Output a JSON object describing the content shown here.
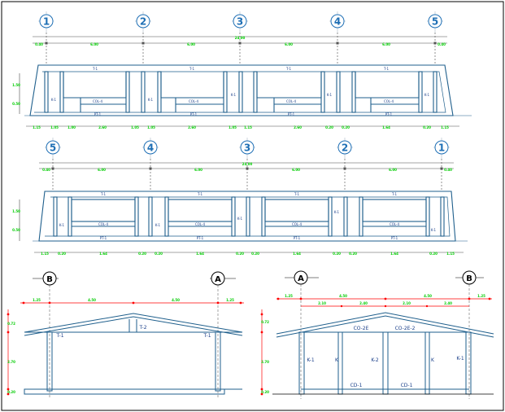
{
  "colors": {
    "structure": "#1f5f8c",
    "dimension": "#00cc00",
    "dimension_line": "#4a4a4a",
    "grid_bubble": "#1e6fb5",
    "red_dimension": "#ff0000",
    "frame": "#000000"
  },
  "top_elevation": {
    "axes": [
      "1",
      "2",
      "3",
      "4",
      "5"
    ],
    "overall": "24.00",
    "bays": [
      "6.00",
      "6.00",
      "6.00",
      "6.00"
    ],
    "ends": [
      "0.40",
      "0.40"
    ],
    "heights": [
      "1.50",
      "0.50"
    ],
    "bottom_dims": [
      "1.15",
      "1.05",
      "1.00",
      "2.60",
      "1.05",
      "1.05",
      "2.60",
      "1.05",
      "1.15",
      "2.60",
      "0.20",
      "0.20",
      "1.64",
      "0.20",
      "1.15"
    ],
    "labels": {
      "beam": "T-1",
      "lintel": "COL-4",
      "window": "K-1",
      "sill": "PT-1"
    }
  },
  "mid_elevation": {
    "axes": [
      "5",
      "4",
      "3",
      "2",
      "1"
    ],
    "overall": "24.00",
    "bays": [
      "6.00",
      "6.00",
      "6.00",
      "6.00"
    ],
    "ends": [
      "0.40",
      "0.40"
    ],
    "heights": [
      "1.50",
      "0.50"
    ],
    "bottom_dims": [
      "1.15",
      "0.20",
      "1.64",
      "0.20",
      "0.20",
      "1.64",
      "0.20",
      "0.20",
      "1.64",
      "0.20",
      "0.20",
      "1.64",
      "0.20",
      "1.15"
    ],
    "labels": {
      "beam": "T-1",
      "lintel": "COL-4",
      "window": "K-1",
      "sill": "PT-1"
    }
  },
  "section_left": {
    "axes": [
      "B",
      "A"
    ],
    "top_dims": [
      "1.25",
      "4.50",
      "4.50",
      "1.25"
    ],
    "heights": [
      "0.72",
      "2.70",
      "0.20"
    ],
    "labels": [
      "T-1",
      "T-2",
      "T-1"
    ]
  },
  "section_right": {
    "axes": [
      "A",
      "B"
    ],
    "top_dims": [
      "1.25",
      "4.50",
      "4.50",
      "1.25"
    ],
    "sub_dims": [
      "2.10",
      "2.40",
      "2.10",
      "2.40"
    ],
    "heights": [
      "0.72",
      "2.70",
      "0.20"
    ],
    "labels": [
      "CO-2E",
      "CO-2E-2",
      "K-1",
      "K",
      "K-2",
      "K",
      "K-1",
      "CD-1",
      "CD-1"
    ]
  }
}
